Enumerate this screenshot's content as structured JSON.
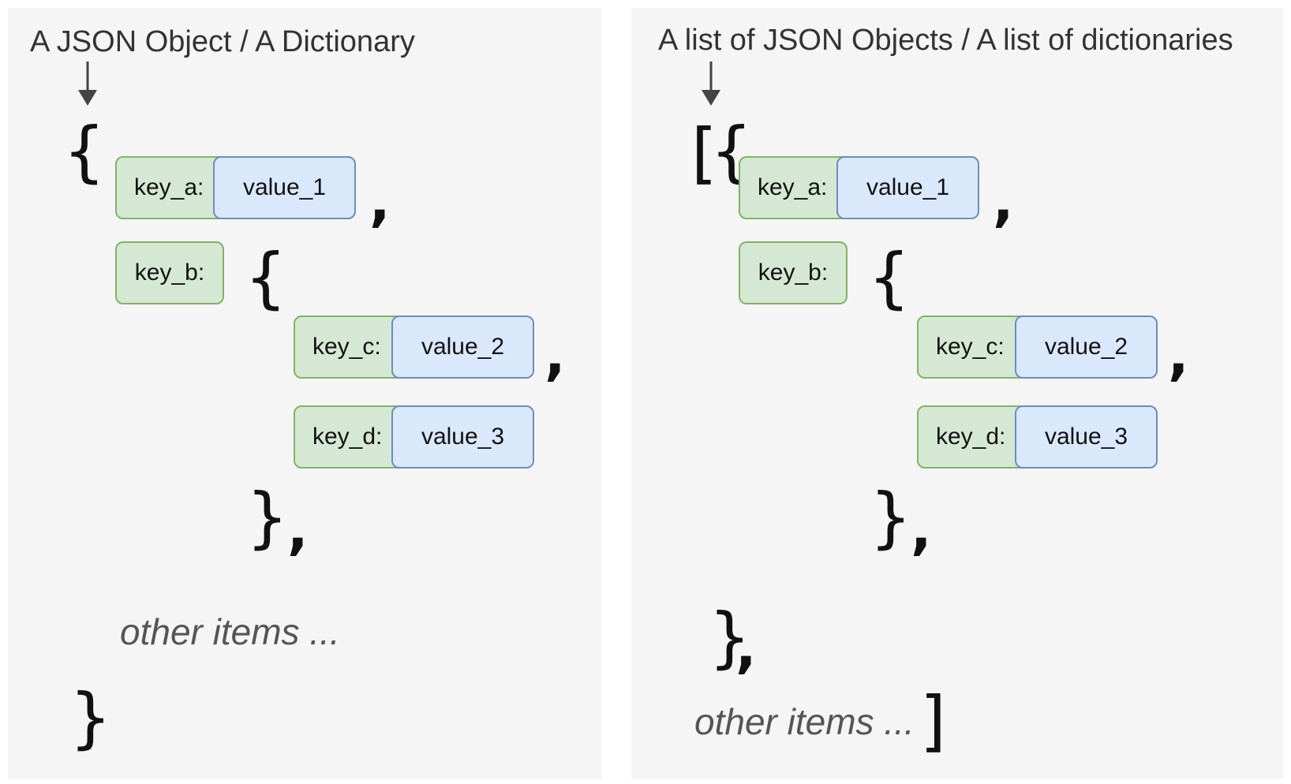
{
  "left": {
    "title": "A JSON Object / A Dictionary",
    "open_brace": "{",
    "key_a": "key_a:",
    "value_1": "value_1",
    "comma_a": ",",
    "key_b": "key_b:",
    "open_brace_b": "{",
    "key_c": "key_c:",
    "value_2": "value_2",
    "comma_c": ",",
    "key_d": "key_d:",
    "value_3": "value_3",
    "close_brace_b": "}",
    "comma_b": ",",
    "other_items": "other items ...",
    "close_brace": "}"
  },
  "right": {
    "title": "A list of JSON Objects / A list of dictionaries",
    "open_bracket": "[",
    "open_brace": "{",
    "key_a": "key_a:",
    "value_1": "value_1",
    "comma_a": ",",
    "key_b": "key_b:",
    "open_brace_b": "{",
    "key_c": "key_c:",
    "value_2": "value_2",
    "comma_c": ",",
    "key_d": "key_d:",
    "value_3": "value_3",
    "close_brace_b": "}",
    "comma_b": ",",
    "close_brace": "}",
    "comma_obj": ",",
    "other_items": "other items ...",
    "close_bracket": "]"
  },
  "colors": {
    "key_fill": "#d5e8d4",
    "key_border": "#82b366",
    "value_fill": "#dae8fc",
    "value_border": "#6c8ebf",
    "panel_bg": "#f5f5f5"
  }
}
